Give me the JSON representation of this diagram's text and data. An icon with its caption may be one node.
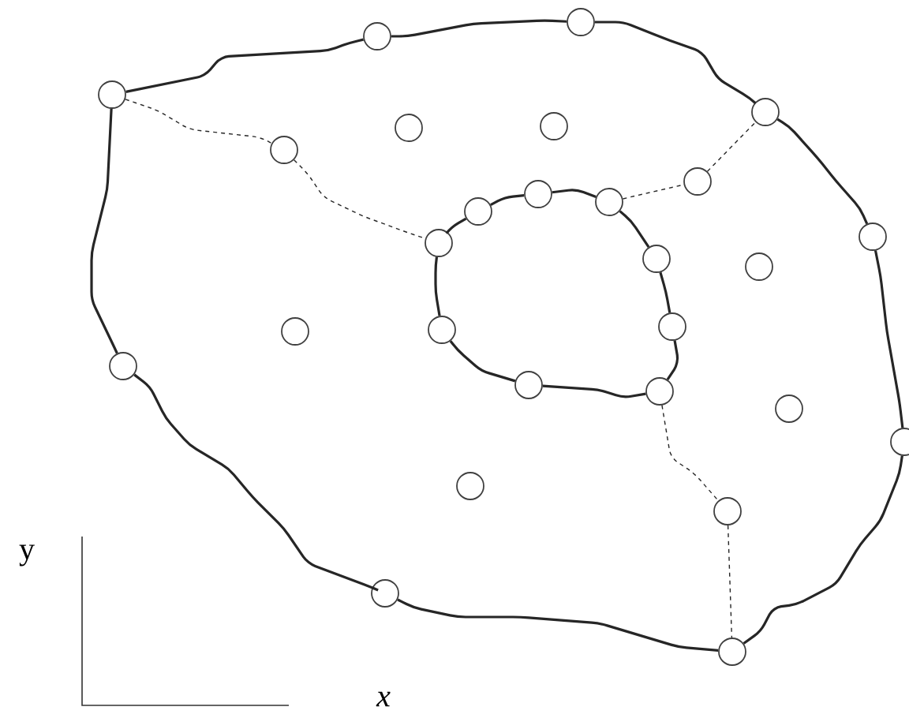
{
  "diagram": {
    "nodes": [
      {
        "text": [],
        "shape": "circle"
      },
      {
        "text": [],
        "shape": "circle"
      },
      {
        "text": [],
        "shape": "circle"
      },
      {
        "text": [],
        "shape": "circle"
      },
      {
        "text": [],
        "shape": "circle"
      },
      {
        "text": [],
        "shape": "circle"
      },
      {
        "text": [],
        "shape": "circle"
      },
      {
        "text": [],
        "shape": "circle"
      },
      {
        "text": [],
        "shape": "circle"
      },
      {
        "text": [],
        "shape": "circle"
      },
      {
        "text": [],
        "shape": "circle"
      },
      {
        "text": [],
        "shape": "circle"
      },
      {
        "text": [],
        "shape": "circle"
      },
      {
        "text": [],
        "shape": "circle"
      },
      {
        "text": [],
        "shape": "circle"
      },
      {
        "text": [],
        "shape": "circle"
      },
      {
        "text": [],
        "shape": "circle"
      },
      {
        "text": [],
        "shape": "circle"
      },
      {
        "text": [],
        "shape": "circle"
      },
      {
        "text": [],
        "shape": "circle"
      },
      {
        "text": [],
        "shape": "circle"
      },
      {
        "text": [],
        "shape": "circle"
      },
      {
        "text": [],
        "shape": "circle"
      },
      {
        "text": [],
        "shape": "circle"
      },
      {
        "text": [],
        "shape": "circle"
      },
      {
        "text": [],
        "shape": "circle"
      },
      {
        "text": [],
        "shape": "circle"
      }
    ],
    "edges": [
      {
        "from": 2,
        "to": 1,
        "arrow": "none"
      },
      {
        "from": 1,
        "to": 0,
        "arrow": "none"
      },
      {
        "from": 0,
        "to": 3,
        "arrow": "none"
      },
      {
        "from": 3,
        "to": 12,
        "arrow": "none"
      },
      {
        "from": 12,
        "to": 22,
        "arrow": "none"
      },
      {
        "from": 22,
        "to": 26,
        "arrow": "none"
      },
      {
        "from": 26,
        "to": 25,
        "arrow": "none"
      },
      {
        "from": 25,
        "to": 18,
        "arrow": "none"
      },
      {
        "from": 18,
        "to": 2,
        "arrow": "none"
      },
      {
        "from": 11,
        "to": 10,
        "arrow": "none"
      },
      {
        "from": 10,
        "to": 8,
        "arrow": "none"
      },
      {
        "from": 8,
        "to": 9,
        "arrow": "none"
      },
      {
        "from": 9,
        "to": 13,
        "arrow": "none"
      },
      {
        "from": 13,
        "to": 15,
        "arrow": "none"
      },
      {
        "from": 15,
        "to": 20,
        "arrow": "none"
      },
      {
        "from": 20,
        "to": 19,
        "arrow": "none"
      },
      {
        "from": 19,
        "to": 16,
        "arrow": "none"
      },
      {
        "from": 16,
        "to": 11,
        "arrow": "none"
      },
      {
        "from": 2,
        "to": 6,
        "arrow": "none",
        "style": "dashed"
      },
      {
        "from": 6,
        "to": 11,
        "arrow": "none",
        "style": "dashed"
      },
      {
        "from": 9,
        "to": 7,
        "arrow": "none",
        "style": "dashed"
      },
      {
        "from": 7,
        "to": 3,
        "arrow": "none",
        "style": "dashed"
      },
      {
        "from": 20,
        "to": 24,
        "arrow": "none",
        "style": "dashed"
      },
      {
        "from": 24,
        "to": 26,
        "arrow": "none",
        "style": "dashed"
      }
    ],
    "labels": [
      "y",
      "x"
    ]
  }
}
